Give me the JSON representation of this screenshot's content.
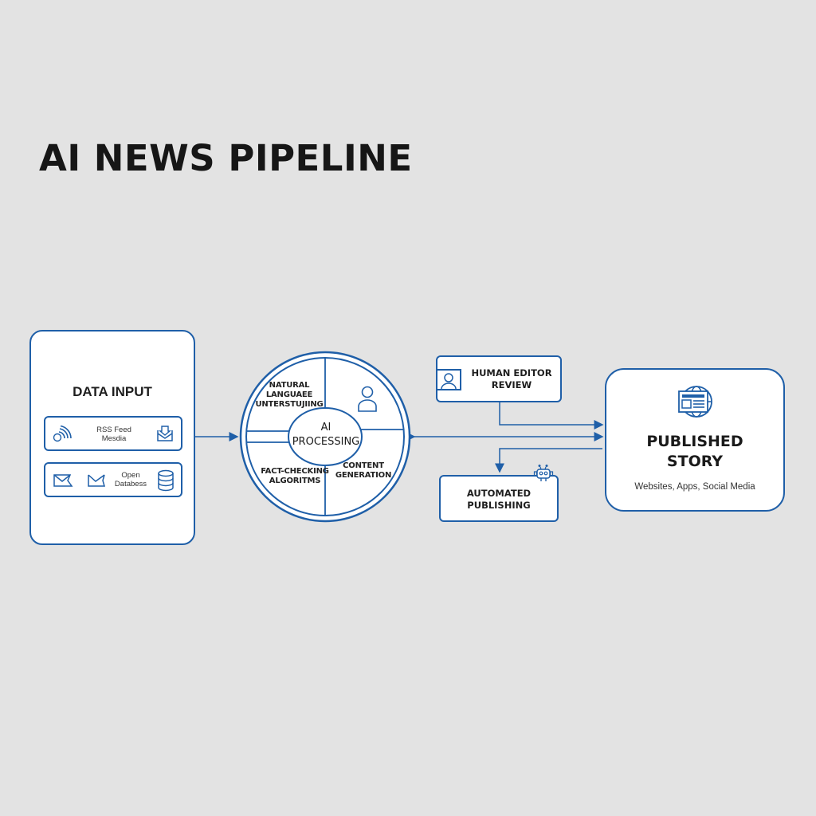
{
  "title": "AI NEWS PIPELINE",
  "colors": {
    "accent": "#1f5fa8",
    "background": "#e3e3e3",
    "box_fill": "#ffffff",
    "text": "#1a1a1a"
  },
  "data_input": {
    "heading": "DATA INPUT",
    "sources": [
      {
        "label_line1": "RSS Feed",
        "label_line2": "Mesdia",
        "icons": [
          "rss-icon",
          "inbox-icon"
        ]
      },
      {
        "label_line1": "Open",
        "label_line2": "Databess",
        "icons": [
          "mail-icon",
          "envelope-icon",
          "database-icon"
        ]
      }
    ]
  },
  "ai_processing": {
    "center_line1": "AI",
    "center_line2": "PROCESSING",
    "quadrants": {
      "top_left": [
        "NATURAL",
        "LANGUAEE",
        "UNTERSTUJIING"
      ],
      "top_right_icon": "user-icon",
      "bottom_left": [
        "FACT-CHECKING",
        "ALGORITMS"
      ],
      "bottom_right": [
        "CONTENT",
        "GENERATION"
      ]
    }
  },
  "human_editor": {
    "line1": "HUMAN EDITOR",
    "line2": "REVIEW",
    "icon": "user-icon"
  },
  "automated_publishing": {
    "line1": "AUTOMATED",
    "line2": "PUBLISHING",
    "icon": "robot-icon"
  },
  "published_story": {
    "line1": "PUBLISHED",
    "line2": "STORY",
    "subtitle": "Websites, Apps, Social Media",
    "icon": "globe-news-icon"
  }
}
